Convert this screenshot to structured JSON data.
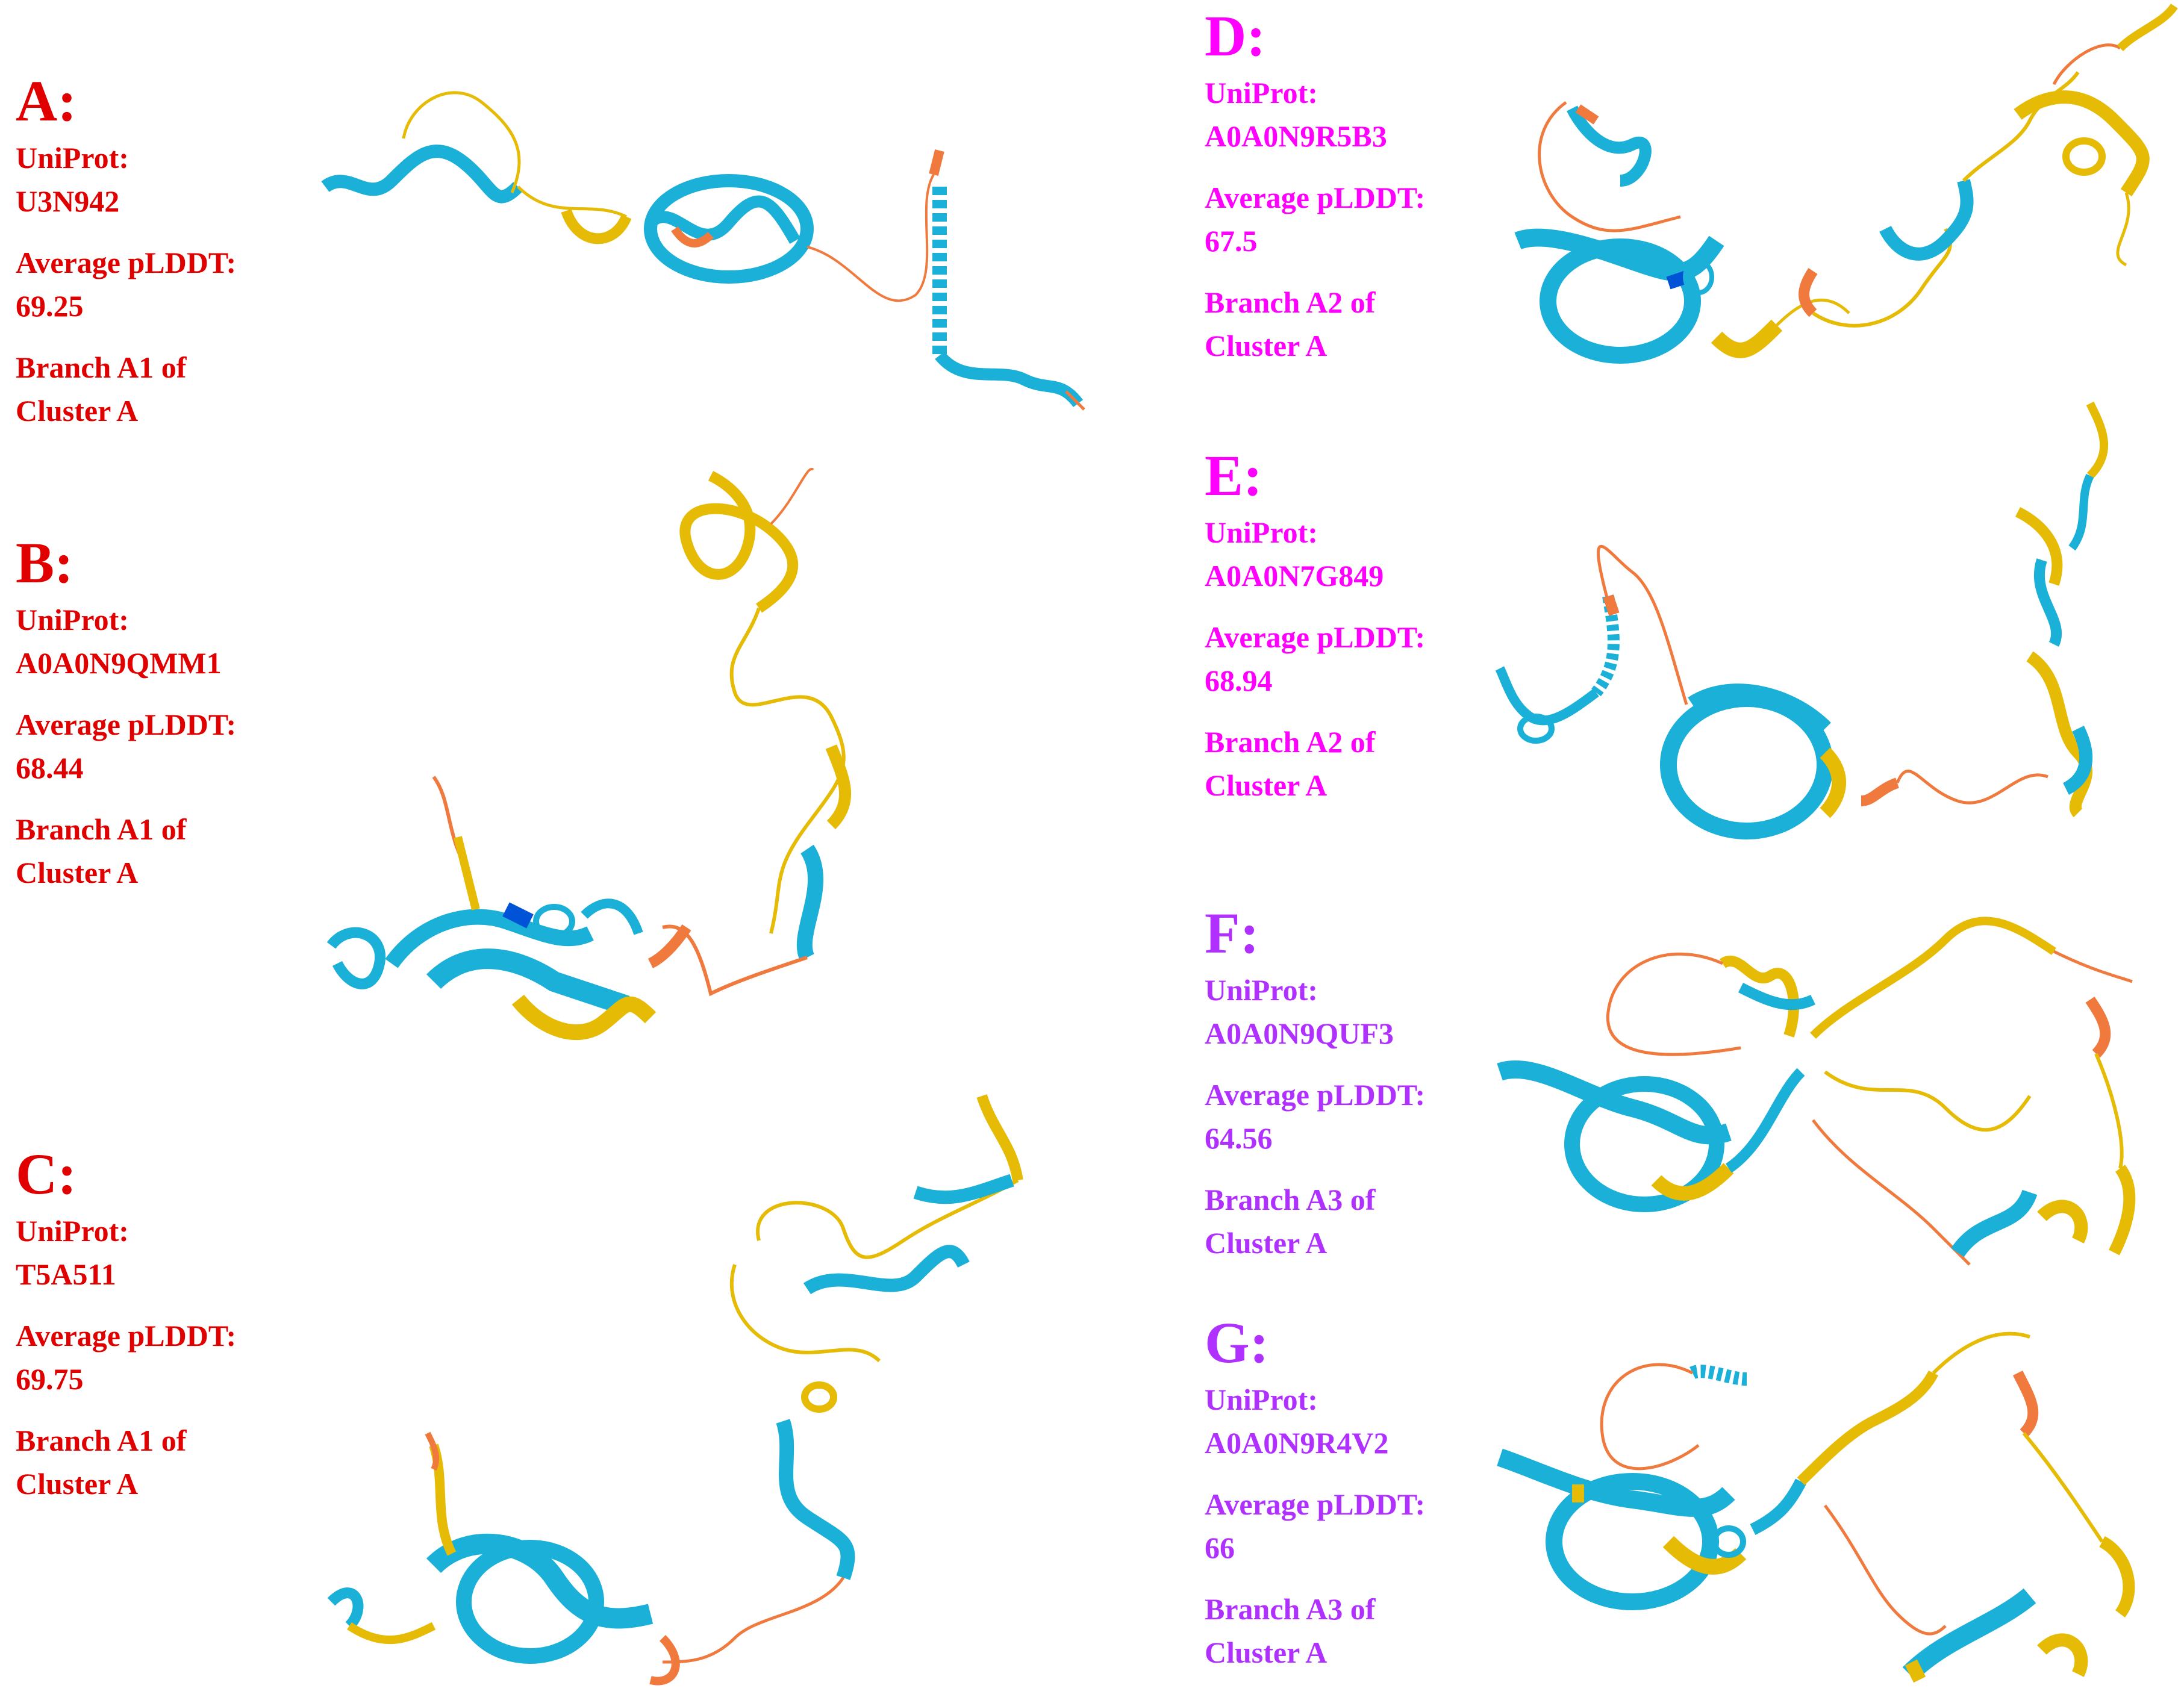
{
  "figure": {
    "legend_colors": {
      "very_high": "#0053d6",
      "confident": "#1ab0d8",
      "low": "#e6bb06",
      "very_low": "#f07a3e"
    },
    "panels": [
      {
        "letter": "A:",
        "uniprot_label": "UniProt:",
        "uniprot_id": "U3N942",
        "plddt_label": "Average pLDDT:",
        "plddt": "69.25",
        "branch_line1": "Branch A1 of",
        "branch_line2": "Cluster A",
        "color": "#e00000"
      },
      {
        "letter": "B:",
        "uniprot_label": "UniProt:",
        "uniprot_id": "A0A0N9QMM1",
        "plddt_label": "Average pLDDT:",
        "plddt": "68.44",
        "branch_line1": "Branch A1 of",
        "branch_line2": "Cluster A",
        "color": "#e00000"
      },
      {
        "letter": "C:",
        "uniprot_label": "UniProt:",
        "uniprot_id": "T5A511",
        "plddt_label": "Average pLDDT:",
        "plddt": "69.75",
        "branch_line1": "Branch A1 of",
        "branch_line2": "Cluster A",
        "color": "#e00000"
      },
      {
        "letter": "D:",
        "uniprot_label": "UniProt:",
        "uniprot_id": "A0A0N9R5B3",
        "plddt_label": "Average pLDDT:",
        "plddt": "67.5",
        "branch_line1": "Branch A2 of",
        "branch_line2": "Cluster A",
        "color": "#ff00ff"
      },
      {
        "letter": "E:",
        "uniprot_label": "UniProt:",
        "uniprot_id": "A0A0N7G849",
        "plddt_label": "Average pLDDT:",
        "plddt": "68.94",
        "branch_line1": "Branch A2 of",
        "branch_line2": "Cluster A",
        "color": "#ff00ff"
      },
      {
        "letter": "F:",
        "uniprot_label": "UniProt:",
        "uniprot_id": "A0A0N9QUF3",
        "plddt_label": "Average pLDDT:",
        "plddt": "64.56",
        "branch_line1": "Branch A3 of",
        "branch_line2": "Cluster A",
        "color": "#b030ff"
      },
      {
        "letter": "G:",
        "uniprot_label": "UniProt:",
        "uniprot_id": "A0A0N9R4V2",
        "plddt_label": "Average pLDDT:",
        "plddt": "66",
        "branch_line1": "Branch A3 of",
        "branch_line2": "Cluster A",
        "color": "#b030ff"
      }
    ]
  }
}
